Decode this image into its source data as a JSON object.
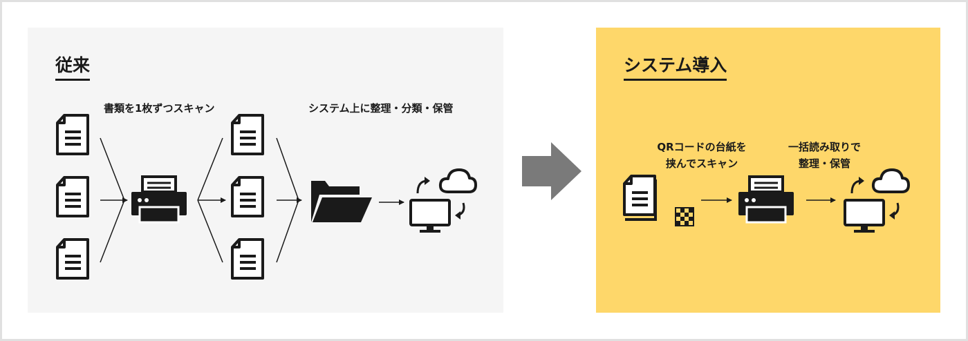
{
  "before": {
    "title": "従来",
    "step1_caption": "書類を1枚ずつスキャン",
    "step2_caption": "システム上に整理・分類・保管"
  },
  "after": {
    "title": "システム導入",
    "step1_caption_line1": "QRコードの台紙を",
    "step1_caption_line2": "挟んでスキャン",
    "step2_caption_line1": "一括読み取りで",
    "step2_caption_line2": "整理・保管"
  },
  "colors": {
    "left_panel_bg": "#f5f5f5",
    "right_panel_bg": "#fed76a",
    "icon": "#1a1a1a",
    "transition_arrow": "#7a7a7a"
  },
  "icons": [
    "document-icon",
    "printer-scanner-icon",
    "folder-icon",
    "monitor-icon",
    "cloud-icon",
    "sync-arrows-icon",
    "qr-code-icon",
    "document-stack-icon"
  ]
}
